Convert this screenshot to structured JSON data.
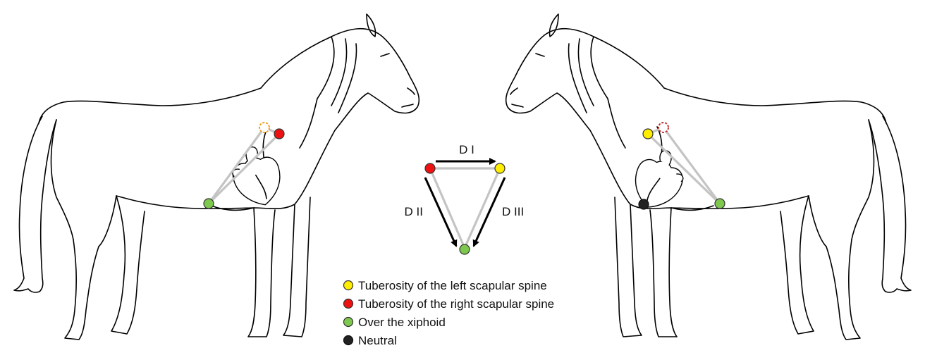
{
  "diagram": {
    "leads": [
      {
        "id": "lead-1",
        "label": "D I"
      },
      {
        "id": "lead-2",
        "label": "D II"
      },
      {
        "id": "lead-3",
        "label": "D III"
      }
    ],
    "legend": [
      {
        "key": "left-scapula",
        "label": "Tuberosity of the left scapular spine",
        "color": "#ffee00"
      },
      {
        "key": "right-scapula",
        "label": "Tuberosity of the right scapular spine",
        "color": "#ee1111"
      },
      {
        "key": "xiphoid",
        "label": "Over the xiphoid",
        "color": "#7ec850"
      },
      {
        "key": "neutral",
        "label": "Neutral",
        "color": "#222222"
      }
    ],
    "colors": {
      "yellow": "#ffee00",
      "red": "#ee1111",
      "green": "#7ec850",
      "black": "#222222",
      "wire": "#c4c4c4",
      "hidden_yellow_outline": "#f0a020",
      "hidden_red_outline": "#c03030"
    }
  }
}
